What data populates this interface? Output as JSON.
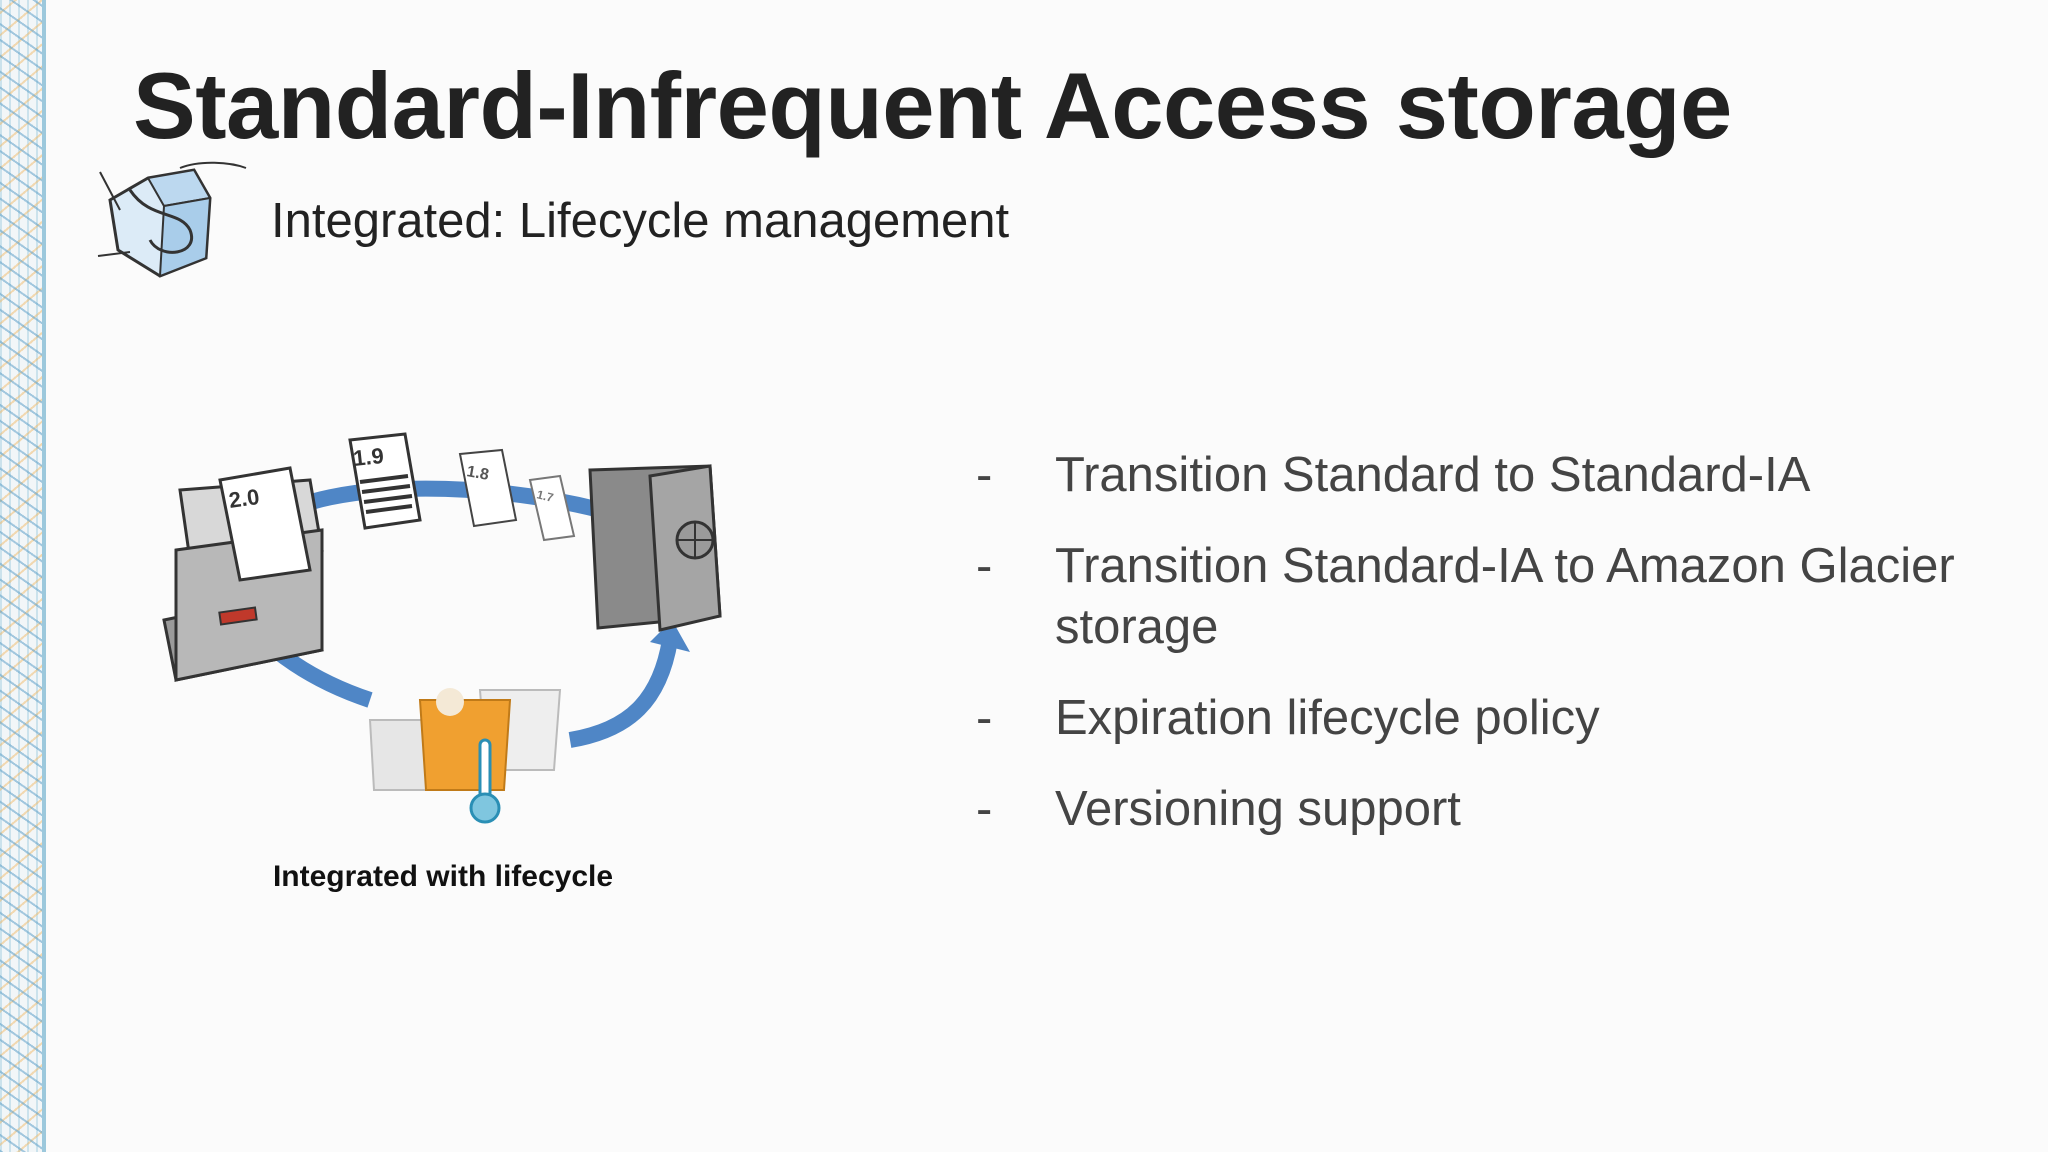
{
  "slide": {
    "title": "Standard-Infrequent Access storage",
    "subtitle": "Integrated: Lifecycle management",
    "logo_icon": "s3-bucket-icon",
    "diagram": {
      "icon": "lifecycle-diagram-icon",
      "version_labels": [
        "2.0",
        "1.9",
        "1.8",
        "1.7"
      ],
      "caption": "Integrated with lifecycle"
    },
    "bullet_marker": "-",
    "bullets": [
      "Transition Standard to Standard-IA",
      "Transition Standard-IA to Amazon Glacier storage",
      "Expiration lifecycle policy",
      "Versioning support"
    ]
  },
  "colors": {
    "arrow_blue": "#4f86c6",
    "bucket_orange": "#f0a030",
    "title_text": "#222222",
    "bullet_text": "#444444"
  }
}
